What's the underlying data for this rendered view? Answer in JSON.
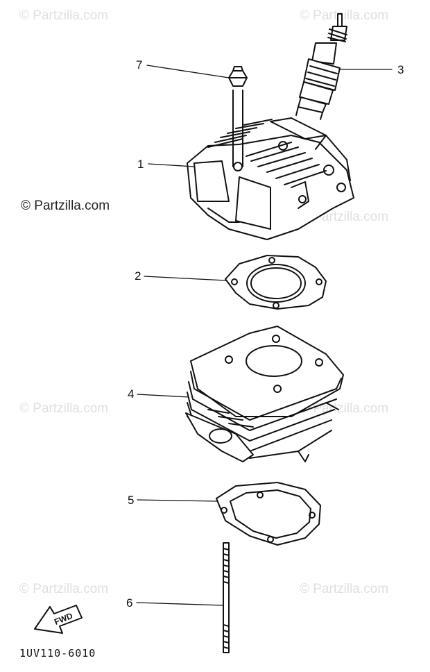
{
  "watermarks": {
    "faint": "© Partzilla.com",
    "prominent": "© Partzilla.com"
  },
  "callouts": [
    "1",
    "2",
    "3",
    "4",
    "5",
    "6",
    "7"
  ],
  "fwd_label": "FWD",
  "diagram_code": "1UV110-6010",
  "colors": {
    "line": "#111111",
    "watermark_faint": "#e0e0e0"
  }
}
